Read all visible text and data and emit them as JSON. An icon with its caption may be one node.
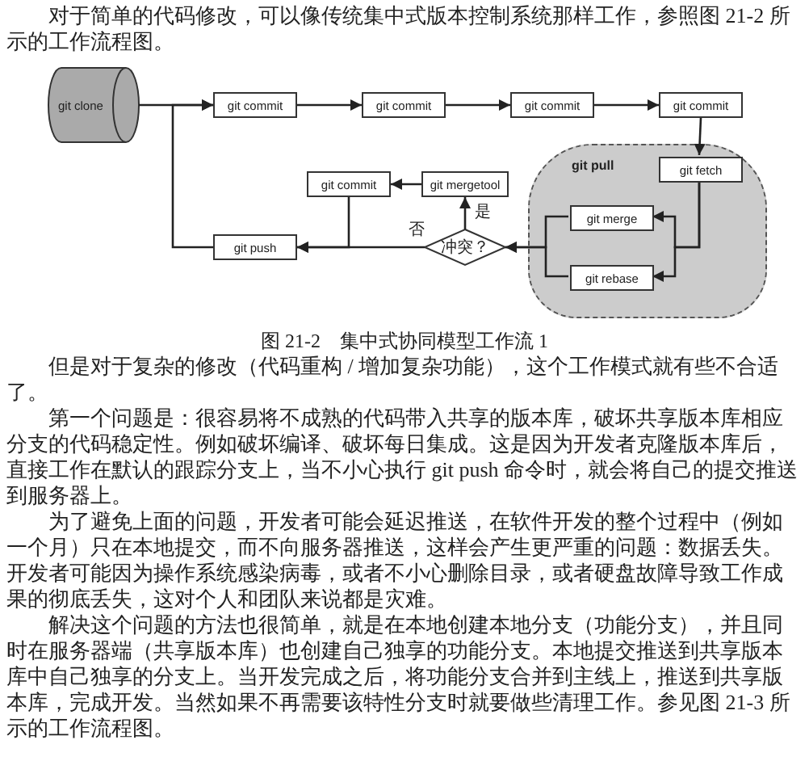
{
  "diagram": {
    "caption": "图 21-2　集中式协同模型工作流 1",
    "nodes": [
      {
        "text": [
          "git clone"
        ]
      },
      {
        "text": [
          "git commit"
        ]
      },
      {
        "text": [
          "git commit"
        ]
      },
      {
        "text": [
          "git commit"
        ]
      },
      {
        "text": [
          "git commit"
        ]
      },
      {
        "text": [
          "git pull"
        ]
      },
      {
        "text": [
          "git fetch"
        ],
        "in": 5
      },
      {
        "text": [
          "git merge"
        ],
        "in": 5
      },
      {
        "text": [
          "git rebase"
        ],
        "in": 5
      },
      {
        "text": [
          "git commit"
        ]
      },
      {
        "text": [
          "git mergetool"
        ]
      },
      {
        "text": [
          "冲突？"
        ]
      },
      {
        "text": [
          "git push"
        ]
      }
    ],
    "edges": [
      {
        "from": 0,
        "to": 1,
        "arrow": "to"
      },
      {
        "from": 1,
        "to": 2,
        "arrow": "to"
      },
      {
        "from": 2,
        "to": 3,
        "arrow": "to"
      },
      {
        "from": 3,
        "to": 4,
        "arrow": "to"
      },
      {
        "from": 4,
        "to": 6,
        "arrow": "to"
      },
      {
        "from": 6,
        "to": 7,
        "arrow": "to"
      },
      {
        "from": 6,
        "to": 8,
        "arrow": "to"
      },
      {
        "from": 7,
        "to": 11,
        "arrow": "to"
      },
      {
        "from": 8,
        "to": 11,
        "arrow": "to"
      },
      {
        "from": 11,
        "to": 12,
        "arrow": "to",
        "label": "否"
      },
      {
        "from": 11,
        "to": 10,
        "arrow": "to",
        "label": "是"
      },
      {
        "from": 10,
        "to": 9,
        "arrow": "to"
      },
      {
        "from": 9,
        "to": 12,
        "arrow": "to"
      },
      {
        "from": 12,
        "to": 1,
        "arrow": "to"
      }
    ],
    "labels": [
      "对于简单的代码修改，可以像传统集中式版本控制系统那样工作，参照图 21-2 所示的工作流程图。",
      "但是对于复杂的修改（代码重构 / 增加复杂功能），这个工作模式就有些不合适了。",
      "第一个问题是：很容易将不成熟的代码带入共享的版本库，破坏共享版本库相应分支的代码稳定性。例如破坏编译、破坏每日集成。这是因为开发者克隆版本库后，直接工作在默认的跟踪分支上，当不小心执行 git push 命令时，就会将自己的提交推送到服务器上。",
      "为了避免上面的问题，开发者可能会延迟推送，在软件开发的整个过程中（例如一个月）只在本地提交，而不向服务器推送，这样会产生更严重的问题：数据丢失。开发者可能因为操作系统感染病毒，或者不小心删除目录，或者硬盘故障导致工作成果的彻底丢失，这对个人和团队来说都是灾难。",
      "解决这个问题的方法也很简单，就是在本地创建本地分支（功能分支），并且同时在服务器端（共享版本库）也创建自己独享的功能分支。本地提交推送到共享版本库中自己独享的分支上。当开发完成之后，将功能分支合并到主线上，推送到共享版本库，完成开发。当然如果不再需要该特性分支时就要做些清理工作。参见图 21-3 所示的工作流程图。"
    ]
  }
}
